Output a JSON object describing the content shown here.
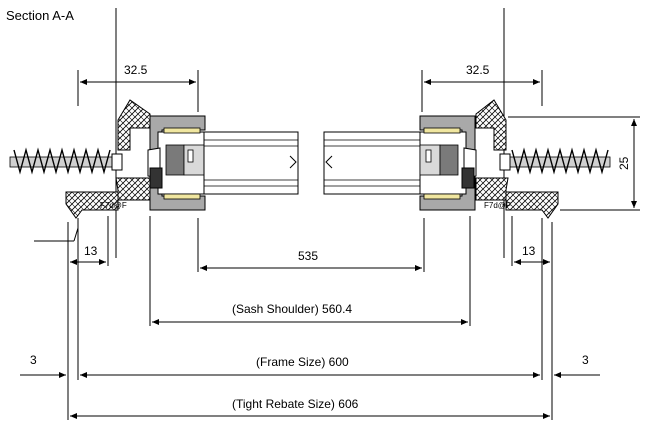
{
  "title": "Section A-A",
  "dimensions": {
    "left_frame_width": "32.5",
    "right_frame_width": "32.5",
    "height": "25",
    "left_offset": "13",
    "right_offset": "13",
    "glass_opening": "535",
    "sash_shoulder": "(Sash Shoulder) 560.4",
    "frame_size": "(Frame Size) 600",
    "tight_rebate_size": "(Tight Rebate Size) 606",
    "left_gap": "3",
    "right_gap": "3"
  },
  "labels": {
    "left_profile_code": "F7d@F",
    "right_profile_code": "F7d@F"
  }
}
